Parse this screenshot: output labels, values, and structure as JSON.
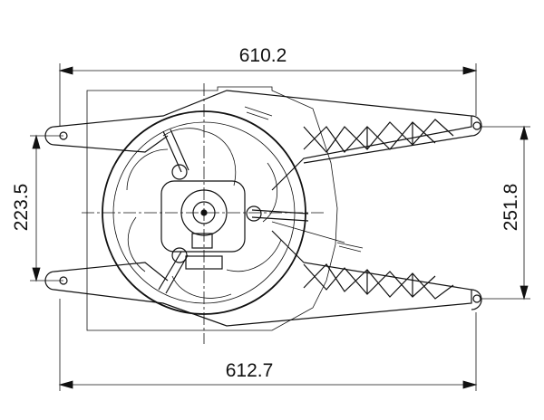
{
  "drawing": {
    "dimensions": {
      "top_width": "610.2",
      "bottom_width": "612.7",
      "left_height": "223.5",
      "right_height": "251.8"
    }
  }
}
